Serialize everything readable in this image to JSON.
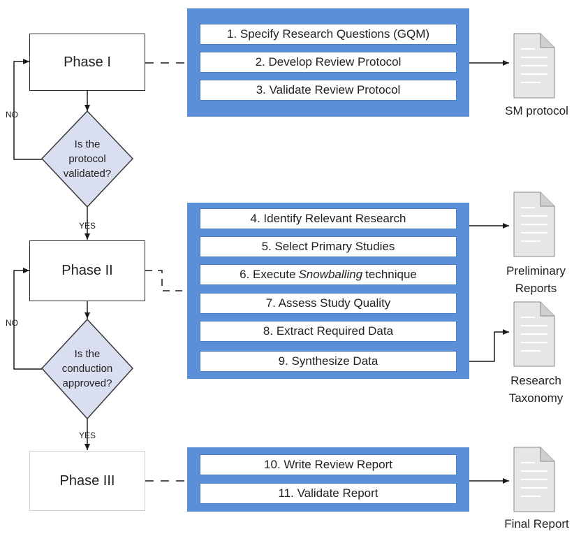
{
  "phases": {
    "phase1": "Phase I",
    "phase2": "Phase II",
    "phase3": "Phase III"
  },
  "decisions": {
    "d1": [
      "Is the",
      "protocol",
      "validated?"
    ],
    "d2": [
      "Is the",
      "conduction",
      "approved?"
    ],
    "yes": "YES",
    "no": "NO"
  },
  "steps": {
    "s1": "1. Specify Research Questions (GQM)",
    "s2": "2. Develop Review Protocol",
    "s3": "3. Validate Review Protocol",
    "s4": "4. Identify Relevant Research",
    "s5": "5. Select Primary Studies",
    "s6_pre": "6. Execute",
    "s6_em": "Snowballing",
    "s6_post": "technique",
    "s7": "7. Assess Study Quality",
    "s8": "8. Extract Required Data",
    "s9": "9. Synthesize Data",
    "s10": "10. Write Review Report",
    "s11": "11. Validate Report"
  },
  "outputs": {
    "o1": "SM  protocol",
    "o2_line1": "Preliminary",
    "o2_line2": "Reports",
    "o3_line1": "Research",
    "o3_line2": "Taxonomy",
    "o4": "Final Report"
  },
  "colors": {
    "panel": "#5b8fd8",
    "diamond_fill": "#d9dff0",
    "doc_fill": "#e6e6e6"
  },
  "icons": [
    "document-icon"
  ]
}
